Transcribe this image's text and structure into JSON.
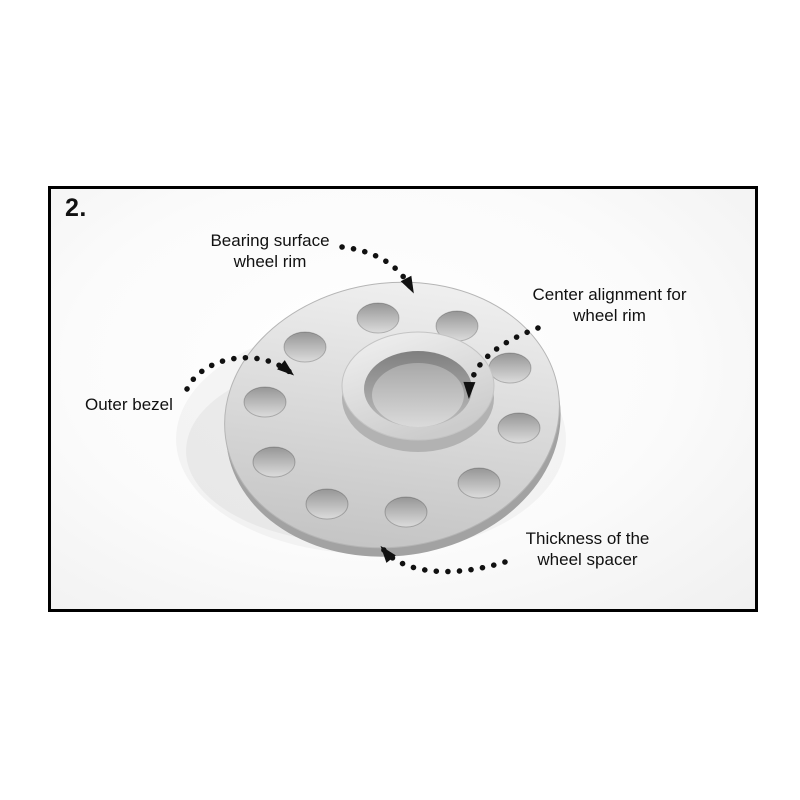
{
  "figure": {
    "step_number": "2.",
    "labels": {
      "bearing_surface": "Bearing surface\nwheel rim",
      "center_alignment": "Center alignment for\nwheel rim",
      "outer_bezel": "Outer bezel",
      "thickness": "Thickness of the\nwheel spacer"
    },
    "colors": {
      "frame_border": "#000000",
      "label_text": "#111111",
      "arrow": "#111111",
      "spacer_metal_light": "#efefef",
      "spacer_metal_dark": "#c6c6c6"
    }
  }
}
